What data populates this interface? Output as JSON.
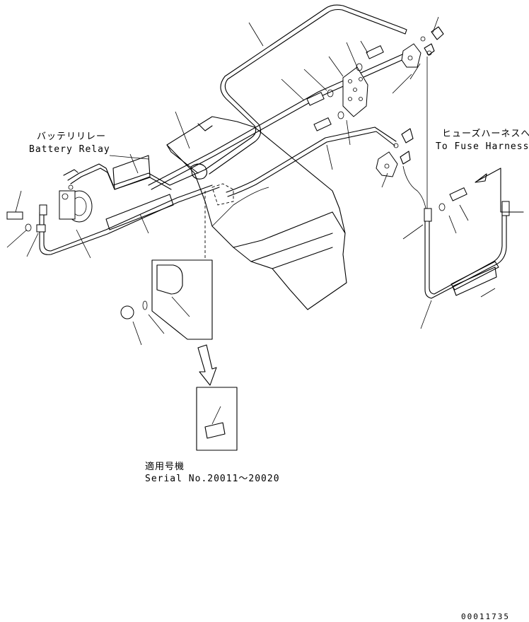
{
  "labels": {
    "battery_relay_jp": "バッテリリレー",
    "battery_relay_en": "Battery Relay",
    "fuse_harness_jp": "ヒューズハーネスへ",
    "fuse_harness_en": "To Fuse Harness",
    "serial_jp": "適用号機",
    "serial_en": "Serial No.20011～20020",
    "drawing_number": "00011735"
  }
}
